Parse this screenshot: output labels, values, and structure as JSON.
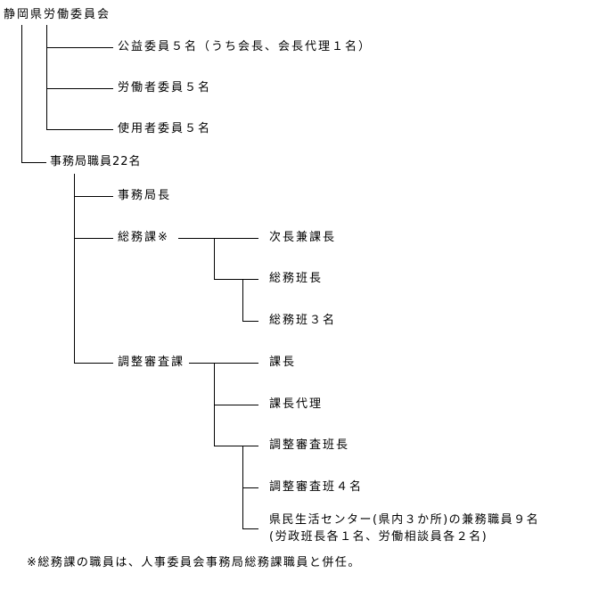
{
  "root": "静岡県労働委員会",
  "committee": [
    "公益委員５名（うち会長、会長代理１名）",
    "労働者委員５名",
    "使用者委員５名"
  ],
  "secretariat": {
    "label": "事務局職員22名",
    "head": "事務局長",
    "general_affairs": {
      "label": "総務課※",
      "members": [
        "次長兼課長",
        "総務班長",
        "総務班３名"
      ]
    },
    "adjustment": {
      "label": "調整審査課",
      "members": [
        "課長",
        "課長代理",
        "調整審査班長",
        "調整審査班４名"
      ],
      "center_line1": "県民生活センター(県内３か所)の兼務職員９名",
      "center_line2": "(労政班長各１名、労働相談員各２名)"
    }
  },
  "footnote": "※総務課の職員は、人事委員会事務局総務課職員と併任。"
}
